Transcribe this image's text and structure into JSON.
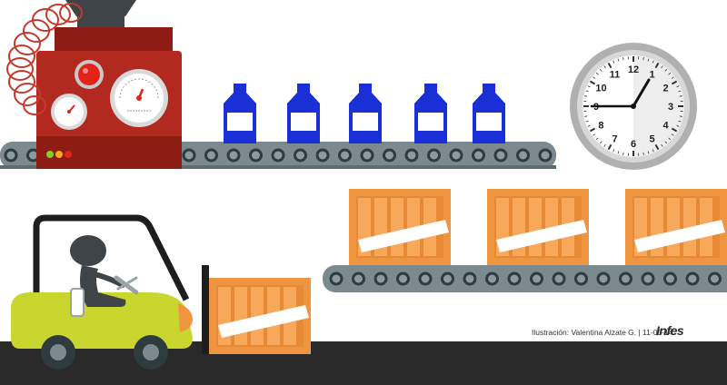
{
  "scene": {
    "credit_text": "Ilustración: Valentina Alzate G. | 11-05-14",
    "logo_text": "Infes",
    "clock_numbers": [
      "12",
      "1",
      "2",
      "3",
      "4",
      "5",
      "6",
      "7",
      "8",
      "9",
      "10",
      "11"
    ],
    "colors": {
      "machine_red": "#b22a1f",
      "machine_dark": "#8c1c14",
      "bottle_blue": "#1a2fd6",
      "crate_orange": "#f0953f",
      "crate_dark": "#d97c2a",
      "belt_gray": "#7b8a8e",
      "belt_dark": "#2e3b3f",
      "forklift_yellow": "#c8d62e",
      "floor": "#2a2a2a",
      "driver": "#3e4448"
    }
  }
}
